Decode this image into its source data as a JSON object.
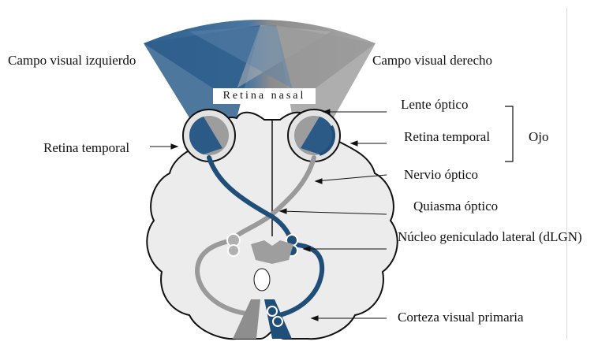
{
  "labels": {
    "campo_izq": "Campo visual izquierdo",
    "campo_der": "Campo visual derecho",
    "retina_nasal": "Retina nasal",
    "lente": "Lente óptico",
    "retina_temporal_der": "Retina temporal",
    "ojo": "Ojo",
    "retina_temporal_izq": "Retina temporal",
    "nervio": "Nervio óptico",
    "quiasma": "Quiasma óptico",
    "nucleo": "Núcleo geniculado lateral (dLGN)",
    "corteza": "Corteza visual primaria"
  },
  "colors": {
    "blue": "#1f4e79",
    "blue_light": "#4f7ea8",
    "gray": "#9a9a9a",
    "gray_dark": "#6e6e6e",
    "brain_fill": "#ececec",
    "outline": "#111111"
  }
}
